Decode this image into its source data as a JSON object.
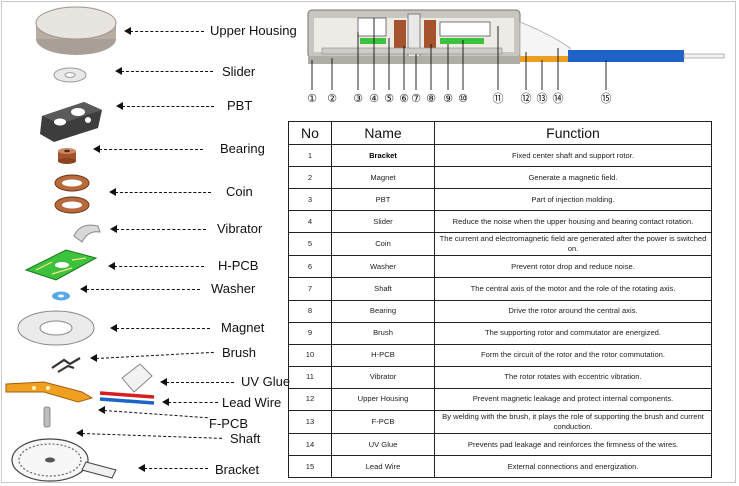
{
  "parts": [
    {
      "label": "Upper Housing"
    },
    {
      "label": "Slider"
    },
    {
      "label": "PBT"
    },
    {
      "label": "Bearing"
    },
    {
      "label": "Coin"
    },
    {
      "label": "Vibrator"
    },
    {
      "label": "H-PCB"
    },
    {
      "label": "Washer"
    },
    {
      "label": "Magnet"
    },
    {
      "label": "Brush"
    },
    {
      "label": "UV Glue"
    },
    {
      "label": "Lead Wire"
    },
    {
      "label": "F-PCB"
    },
    {
      "label": "Shaft"
    },
    {
      "label": "Bracket"
    }
  ],
  "callouts": [
    "①",
    "②",
    "③",
    "④",
    "⑤",
    "⑥",
    "⑦",
    "⑧",
    "⑨",
    "⑩",
    "⑪",
    "⑫",
    "⑬",
    "⑭",
    "⑮"
  ],
  "table": {
    "headers": [
      "No",
      "Name",
      "Function"
    ],
    "rows": [
      {
        "no": "1",
        "name": "Bracket",
        "function": "Fixed center shaft and support rotor."
      },
      {
        "no": "2",
        "name": "Magnet",
        "function": "Generate a magnetic field."
      },
      {
        "no": "3",
        "name": "PBT",
        "function": "Part of injection molding."
      },
      {
        "no": "4",
        "name": "Slider",
        "function": "Reduce the noise when the upper housing and bearing contact rotation."
      },
      {
        "no": "5",
        "name": "Coin",
        "function": "The current and electromagnetic field are generated after the power is switched on."
      },
      {
        "no": "6",
        "name": "Washer",
        "function": "Prevent rotor drop and reduce noise."
      },
      {
        "no": "7",
        "name": "Shaft",
        "function": "The central axis of the motor and the role of the rotating axis."
      },
      {
        "no": "8",
        "name": "Bearing",
        "function": "Drive the rotor around the central axis."
      },
      {
        "no": "9",
        "name": "Brush",
        "function": "The supporting rotor and commutator are energized."
      },
      {
        "no": "10",
        "name": "H-PCB",
        "function": "Form the circuit of the rotor and the rotor commutation."
      },
      {
        "no": "11",
        "name": "Vibrator",
        "function": "The rotor rotates with eccentric vibration."
      },
      {
        "no": "12",
        "name": "Upper Housing",
        "function": "Prevent magnetic leakage and protect internal components."
      },
      {
        "no": "13",
        "name": "F-PCB",
        "function": "By welding with the brush, it plays the role of supporting the brush and current conduction."
      },
      {
        "no": "14",
        "name": "UV Glue",
        "function": "Prevents pad leakage and reinforces the firmness of the wires."
      },
      {
        "no": "15",
        "name": "Lead Wire",
        "function": "External connections and energization."
      }
    ]
  },
  "colors": {
    "pcb_green": "#3cc23c",
    "fpcb_gold": "#f0a020",
    "wire_red": "#d42020",
    "wire_blue": "#1e64c8",
    "housing_gray": "#c9c5c0",
    "copper": "#b86a3c"
  }
}
